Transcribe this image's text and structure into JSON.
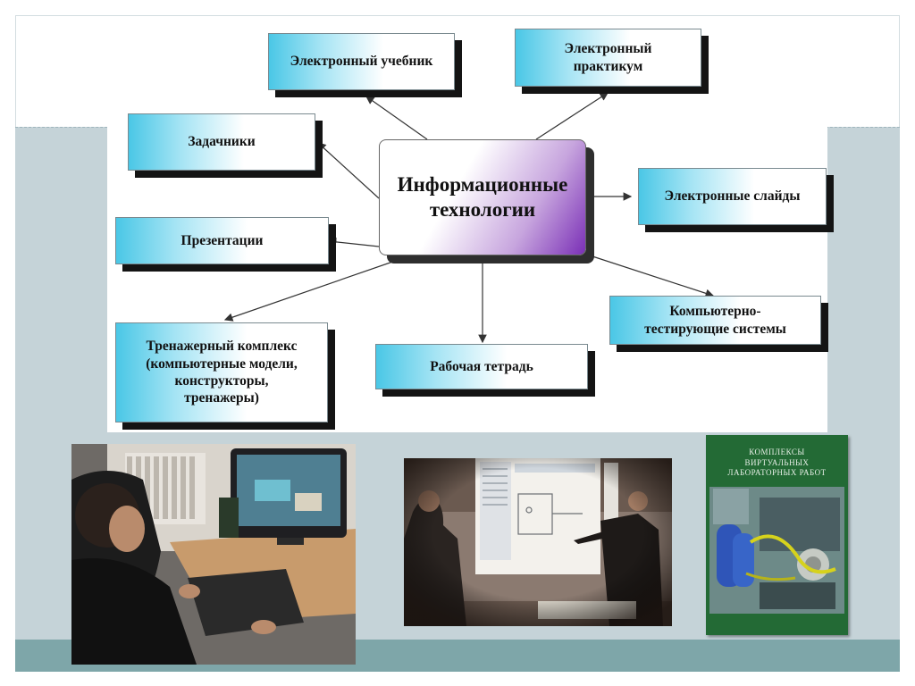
{
  "diagram": {
    "center": {
      "line1": "Информационные",
      "line2": "технологии"
    },
    "nodes": {
      "textbook": "Электронный учебник",
      "practicum_line1": "Электронный",
      "practicum_line2": "практикум",
      "problem_books": "Задачники",
      "slides": "Электронные слайды",
      "presentations": "Презентации",
      "testing_line1": "Компьютерно-",
      "testing_line2": "тестирующие системы",
      "trainer_line1": "Тренажерный комплекс",
      "trainer_line2": "(компьютерные модели,",
      "trainer_line3": "конструкторы,",
      "trainer_line4": "тренажеры)",
      "workbook": "Рабочая тетрадь"
    }
  },
  "photos": {
    "book_cover": {
      "title_line1": "КОМПЛЕКСЫ",
      "title_line2": "ВИРТУАЛЬНЫХ ЛАБОРАТОРНЫХ РАБОТ"
    }
  },
  "colors": {
    "box_gradient_start": "#4ac7e6",
    "center_gradient_end": "#7a2fb6",
    "band": "#c5d3d8",
    "bottom_band": "#7ea6a9"
  }
}
